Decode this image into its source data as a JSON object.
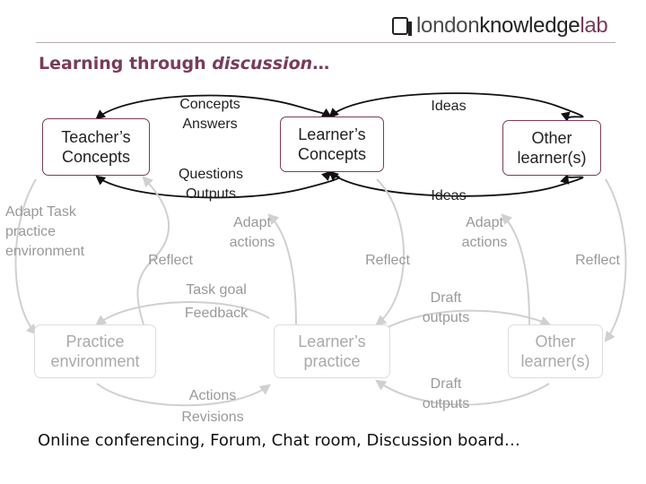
{
  "header": {
    "logo_part1": "london",
    "logo_part2": "knowledge",
    "logo_part3": "lab",
    "title_prefix": "Learning through ",
    "title_emphasis": "discussion",
    "title_suffix": "…"
  },
  "nodes": {
    "teacher_concepts": "Teacher’s\nConcepts",
    "learner_concepts": "Learner’s\nConcepts",
    "other_learner_top": "Other\nlearner(s)",
    "practice_env": "Practice\nenvironment",
    "learner_practice": "Learner’s\npractice",
    "other_learner_bottom": "Other\nlearner(s)"
  },
  "labels": {
    "concepts_answers": "Concepts\nAnswers",
    "questions_outputs": "Questions\nOutputs",
    "ideas_top": "Ideas",
    "ideas_bottom": "Ideas",
    "adapt_task": "Adapt Task\npractice\nenvironment",
    "adapt_actions_1": "Adapt\nactions",
    "adapt_actions_2": "Adapt\nactions",
    "reflect_1": "Reflect",
    "reflect_2": "Reflect",
    "reflect_3": "Reflect",
    "task_goal": "Task goal\nFeedback",
    "draft_outputs_1": "Draft\noutputs",
    "actions_revisions": "Actions\nRevisions",
    "draft_outputs_2": "Draft\noutputs"
  },
  "footer": "Online conferencing, Forum, Chat room, Discussion board…",
  "colors": {
    "accent": "#7a3b5a",
    "faded": "#dddddd",
    "faded_text": "#999999"
  }
}
